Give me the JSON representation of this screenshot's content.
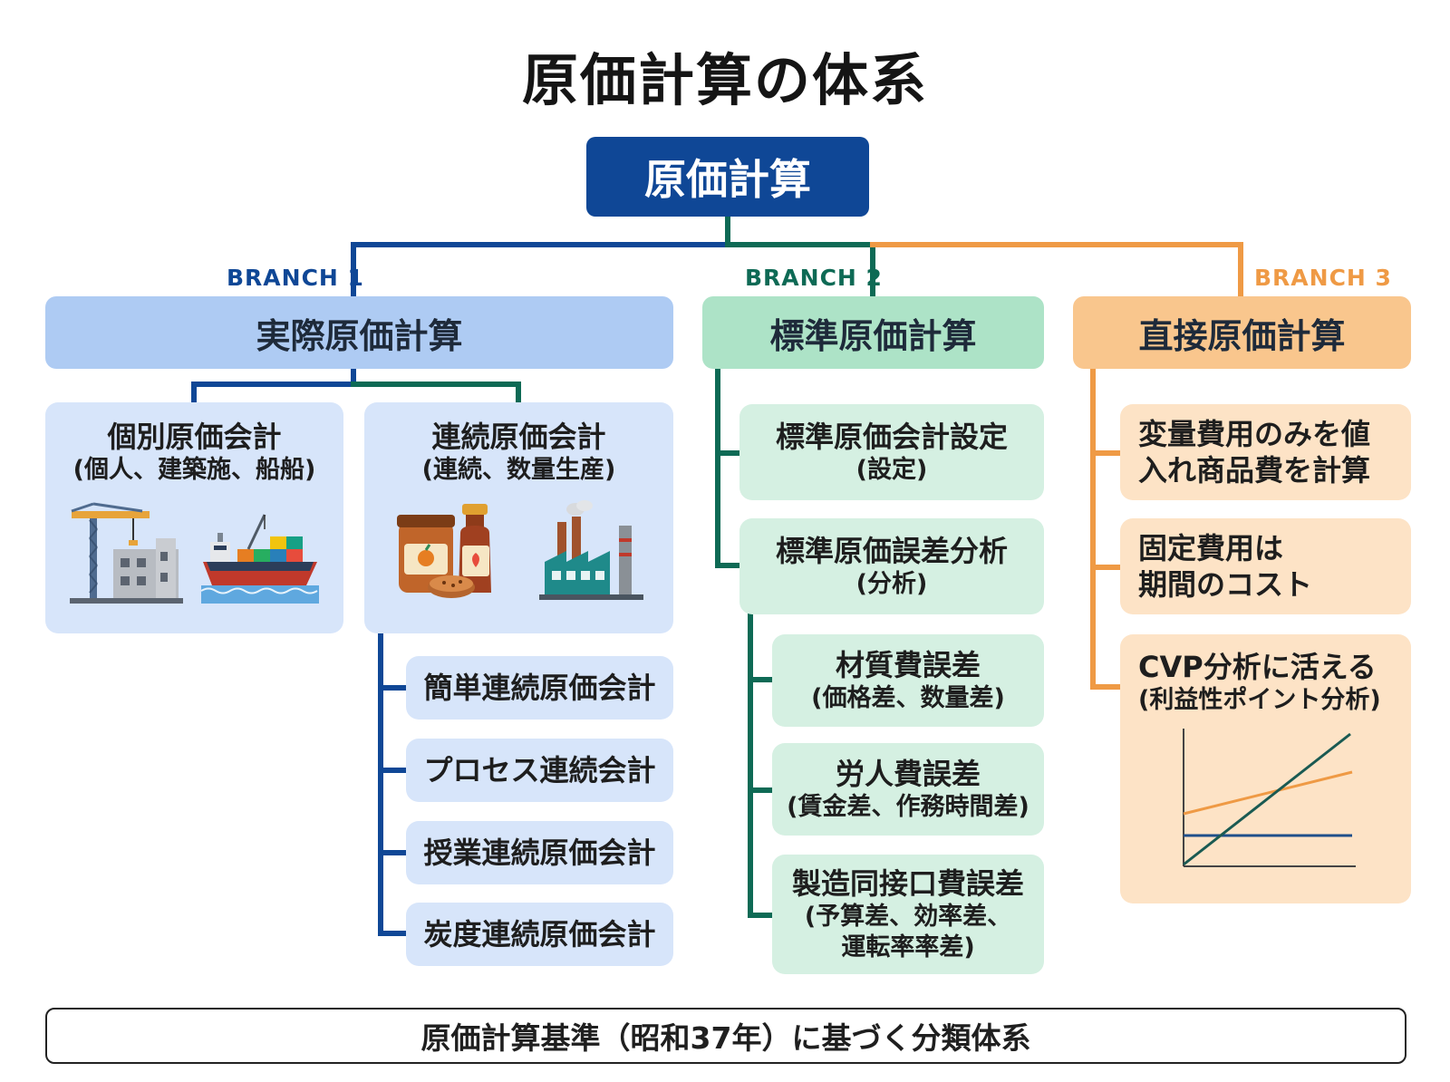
{
  "title": "原価計算の体系",
  "root": "原価計算",
  "colors": {
    "blue": "#0f4796",
    "green": "#0e6a55",
    "orange": "#ef9a45"
  },
  "branches": [
    {
      "tag": "BRANCH 1",
      "label": "実際原価計算",
      "cards": [
        {
          "title": "個別原価会計",
          "sub": "(個人、建築施、船船)"
        },
        {
          "title": "連続原価会計",
          "sub": "(連続、数量生産)"
        }
      ],
      "sub_items": [
        "簡単連続原価会計",
        "プロセス連続会計",
        "授業連続原価会計",
        "炭度連続原価会計"
      ]
    },
    {
      "tag": "BRANCH 2",
      "label": "標準原価計算",
      "cards": [
        {
          "title": "標準原価会計設定",
          "sub": "(設定)"
        },
        {
          "title": "標準原価誤差分析",
          "sub": "(分析)"
        }
      ],
      "sub_items": [
        {
          "title": "材質費誤差",
          "sub": "(価格差、数量差)"
        },
        {
          "title": "労人費誤差",
          "sub": "(賃金差、作務時間差)"
        },
        {
          "title": "製造同接口費誤差",
          "sub": "(予算差、効率差、",
          "sub2": "運転率率差)"
        }
      ]
    },
    {
      "tag": "BRANCH 3",
      "label": "直接原価計算",
      "cards": [
        {
          "line1": "変量費用のみを値",
          "line2": "入れ商品費を計算"
        },
        {
          "line1": "固定費用は",
          "line2": "期間のコスト"
        },
        {
          "line1": "CVP分析に活える",
          "line2": "(利益性ポイント分析)"
        }
      ]
    }
  ],
  "icons": [
    "crane-building-icon",
    "cargo-ship-icon",
    "jar-bottle-food-icon",
    "factory-icon"
  ],
  "footer": "原価計算基準（昭和37年）に基づく分類体系"
}
